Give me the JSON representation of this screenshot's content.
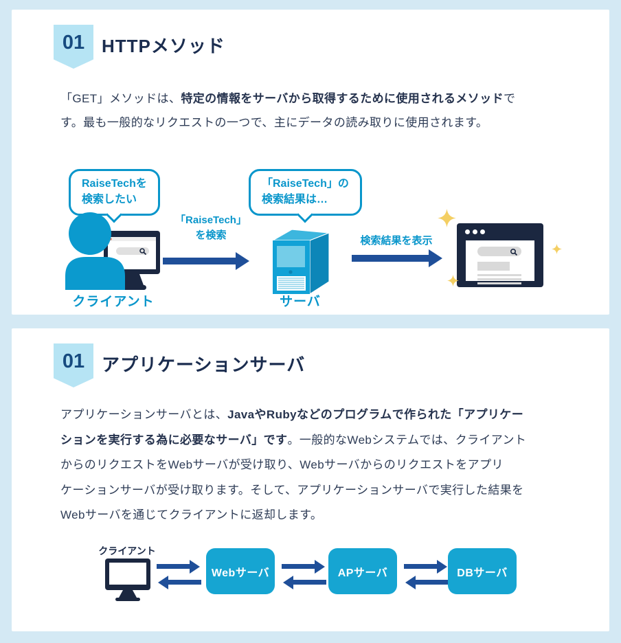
{
  "page": {
    "background_color": "#d4e9f4",
    "card_color": "#ffffff"
  },
  "colors": {
    "accent_cyan": "#0996cb",
    "server_box_cyan": "#16a5d2",
    "icon_navy": "#1b2740",
    "arrow_blue": "#1f4f99",
    "badge_background": "#b6e4f4",
    "badge_number": "#164a7f",
    "title_text": "#1b2d4f",
    "body_text": "#2e3c56",
    "sparkle_yellow": "#f4cf63"
  },
  "card1": {
    "badge_number": "01",
    "title": "HTTPメソッド",
    "paragraph": {
      "pre": "「GET」メソッドは、",
      "bold": "特定の情報をサーバから取得するために使用されるメソッド",
      "post": "で\nす。最も一般的なリクエストの一つで、主にデータの読み取りに使用されます。"
    },
    "diagram": {
      "client_bubble": "RaiseTechを\n検索したい",
      "client_label": "クライアント",
      "request_arrow_label": "「RaiseTech」\nを検索",
      "server_bubble": "「RaiseTech」の\n検索結果は…",
      "server_label": "サーバ",
      "response_arrow_label": "検索結果を表示",
      "icons": {
        "client": "person-at-computer-icon",
        "server": "server-tower-icon",
        "result": "browser-window-icon",
        "sparkles": "sparkle-icon"
      }
    }
  },
  "card2": {
    "badge_number": "01",
    "title": "アプリケーションサーバ",
    "paragraph": {
      "pre": "アプリケーションサーバとは、",
      "bold": "JavaやRubyなどのプログラムで作られた「アプリケー\nションを実行する為に必要なサーバ」です",
      "post": "。一般的なWebシステムでは、クライアント\nからのリクエストをWebサーバが受け取り、Webサーバからのリクエストをアプリ\nケーションサーバが受け取ります。そして、アプリケーションサーバで実行した結果を\nWebサーバを通じてクライアントに返却します。"
    },
    "diagram": {
      "client_label": "クライアント",
      "boxes": [
        "Webサーバ",
        "APサーバ",
        "DBサーバ"
      ],
      "icons": {
        "client": "monitor-icon"
      }
    }
  }
}
